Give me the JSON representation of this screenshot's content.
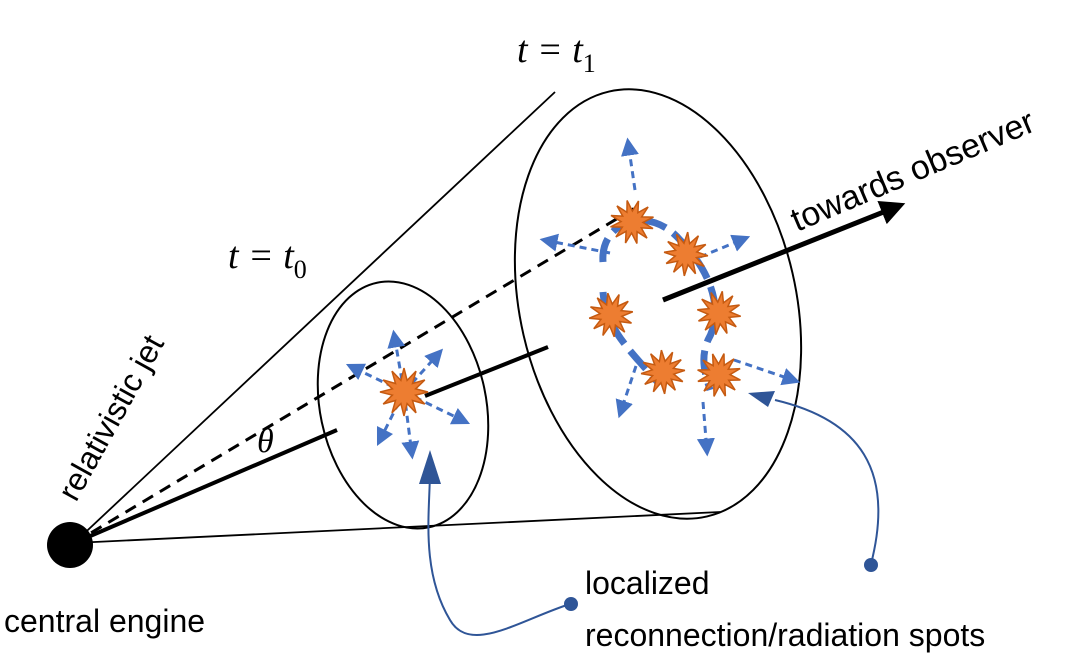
{
  "labels": {
    "t1": "t = t",
    "t1_sub": "1",
    "t0": "t = t",
    "t0_sub": "0",
    "towards_observer": "towards observer",
    "relativistic_jet": "relativistic jet",
    "theta": "θ",
    "central_engine": "central engine",
    "localized": "localized",
    "spots": "reconnection/radiation spots"
  },
  "colors": {
    "arrow_blue": "#4472c4",
    "curve_blue": "#2f5597",
    "spot_fill": "#ed7d31",
    "spot_stroke": "#c55a11",
    "line": "#000000"
  }
}
